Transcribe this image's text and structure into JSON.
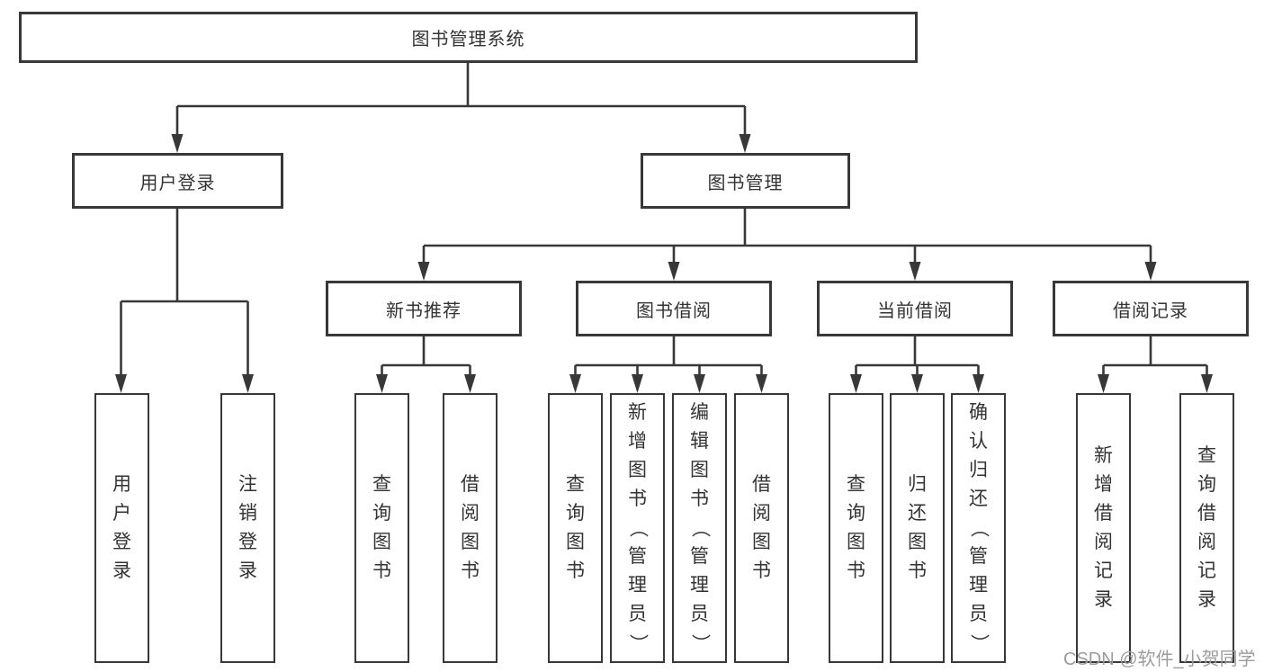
{
  "diagram": {
    "type": "function-tree",
    "root": "图书管理系统",
    "level2": {
      "user_login": "用户登录",
      "book_management": "图书管理"
    },
    "level3": {
      "new_book_recommend": "新书推荐",
      "book_borrow": "图书借阅",
      "current_borrow": "当前借阅",
      "borrow_records": "借阅记录"
    },
    "leaves": {
      "user_login": "用户登录",
      "logout": "注销登录",
      "nb_query_book": "查询图书",
      "nb_borrow_book": "借阅图书",
      "bb_query_book": "查询图书",
      "bb_add_book": "新增图书（管理员）",
      "bb_edit_book": "编辑图书（管理员）",
      "bb_borrow_book": "借阅图书",
      "cb_query_book": "查询图书",
      "cb_return_book": "归还图书",
      "cb_confirm_return": "确认归还（管理员）",
      "br_add_record": "新增借阅记录",
      "br_query_record": "查询借阅记录"
    },
    "hierarchy": {
      "图书管理系统": [
        "用户登录",
        "图书管理"
      ],
      "用户登录": [
        "用户登录",
        "注销登录"
      ],
      "图书管理": [
        "新书推荐",
        "图书借阅",
        "当前借阅",
        "借阅记录"
      ],
      "新书推荐": [
        "查询图书",
        "借阅图书"
      ],
      "图书借阅": [
        "查询图书",
        "新增图书（管理员）",
        "编辑图书（管理员）",
        "借阅图书"
      ],
      "当前借阅": [
        "查询图书",
        "归还图书",
        "确认归还（管理员）"
      ],
      "借阅记录": [
        "新增借阅记录",
        "查询借阅记录"
      ]
    },
    "colors": {
      "line": "#383838",
      "text": "#333333",
      "watermark": "#9c9c9c",
      "background": "#ffffff"
    }
  },
  "watermark": "CSDN @软件_小贺同学"
}
